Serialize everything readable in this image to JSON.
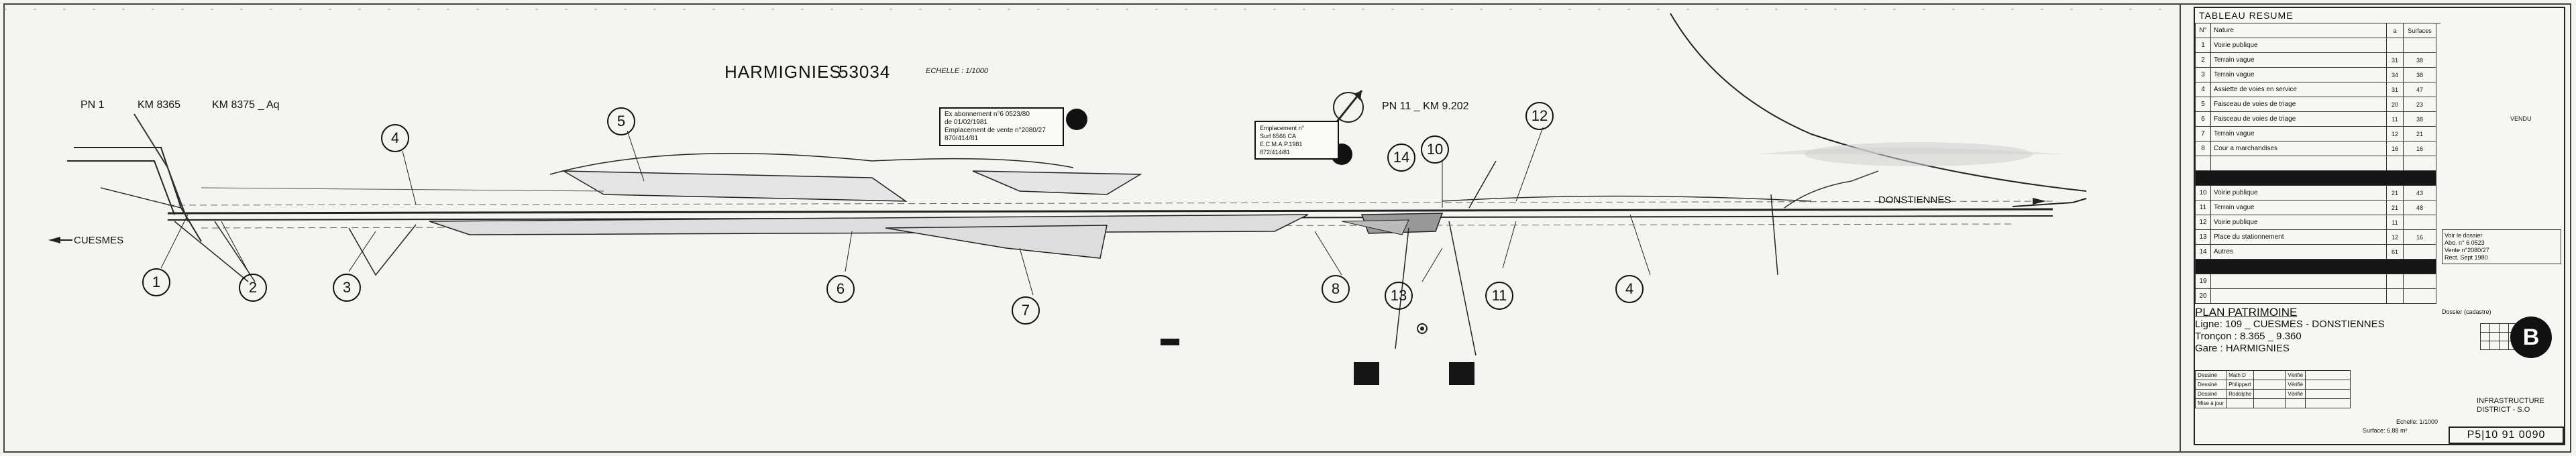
{
  "drawing": {
    "station_title": "HARMIGNIES",
    "station_code": "53034",
    "scale": "ECHELLE : 1/1000",
    "pn1": "PN 1",
    "km1": "KM 8365",
    "km2": "KM 8375 _ Aq",
    "pn11": "PN 11 _ KM 9.202",
    "cuesmes": "CUESMES",
    "donstiennes": "DONSTIENNES",
    "circles": [
      "1",
      "2",
      "3",
      "4",
      "5",
      "6",
      "7",
      "8",
      "10",
      "11",
      "12",
      "13",
      "14",
      "4"
    ],
    "note1": [
      "Ex abonnement n°6 0523/80",
      "de 01/02/1981",
      "Emplacement de vente n°2080/27",
      "870/414/81"
    ],
    "note2": [
      "Emplacement n°",
      "Surf 6566 CA",
      "E.C.M.A.P.1981",
      "872/414/81"
    ],
    "north_label": "N"
  },
  "panel": {
    "table_title": "TABLEAU RESUME",
    "col_nature": "Nature",
    "col_surfaces": "Surfaces",
    "rows": [
      {
        "n": "1",
        "label": "Voirie publique",
        "a": "",
        "b": ""
      },
      {
        "n": "2",
        "label": "Terrain vague",
        "a": "31",
        "b": "38"
      },
      {
        "n": "3",
        "label": "Terrain vague",
        "a": "34",
        "b": "38"
      },
      {
        "n": "4",
        "label": "Assiette de voies en service",
        "a": "31",
        "b": "47"
      },
      {
        "n": "5",
        "label": "Faisceau de voies de triage",
        "a": "20",
        "b": "23"
      },
      {
        "n": "6",
        "label": "Faisceau de voies de triage",
        "a": "11",
        "b": "38"
      },
      {
        "n": "7",
        "label": "Terrain vague",
        "a": "12",
        "b": "21"
      },
      {
        "n": "8",
        "label": "Cour a marchandises",
        "a": "16",
        "b": "16"
      }
    ],
    "rows2": [
      {
        "n": "10",
        "label": "Voirie publique",
        "a": "21",
        "b": "43"
      },
      {
        "n": "11",
        "label": "Terrain vague",
        "a": "21",
        "b": "48"
      },
      {
        "n": "12",
        "label": "Voirie publique",
        "a": "11",
        "b": ""
      },
      {
        "n": "13",
        "label": "Place du stationnement",
        "a": "12",
        "b": "16"
      },
      {
        "n": "14",
        "label": "Autres",
        "a": "61",
        "b": ""
      }
    ],
    "vendu_label": "VENDU",
    "side_notes": [
      "Voir le dossier",
      "Abo. n° 6 0523",
      "Vente n°2080/27",
      "Rect. Sept 1980"
    ],
    "plan_title": "PLAN PATRIMOINE",
    "ligne": "Ligne: 109 _ CUESMES - DONSTIENNES",
    "troncon": "Tronçon : 8.365 _ 9.360",
    "gare": "Gare : HARMIGNIES",
    "dossier": "Dossier (cadastre)",
    "sig_rows": [
      [
        "Dessiné",
        "Math D",
        "",
        "Vérifié",
        ""
      ],
      [
        "Dessiné",
        "Philippart",
        "",
        "Vérifié",
        ""
      ],
      [
        "Dessiné",
        "Rodolphe",
        "",
        "Vérifié",
        ""
      ],
      [
        "Mise à jour",
        "",
        "",
        "",
        ""
      ]
    ],
    "logo_letter": "B",
    "infra": [
      "INFRASTRUCTURE",
      "DISTRICT - S.O"
    ],
    "surface": "Surface: 6.88 m²",
    "echelle_small": "Echelle: 1/1000",
    "ref": "P5|10 91 0090"
  }
}
